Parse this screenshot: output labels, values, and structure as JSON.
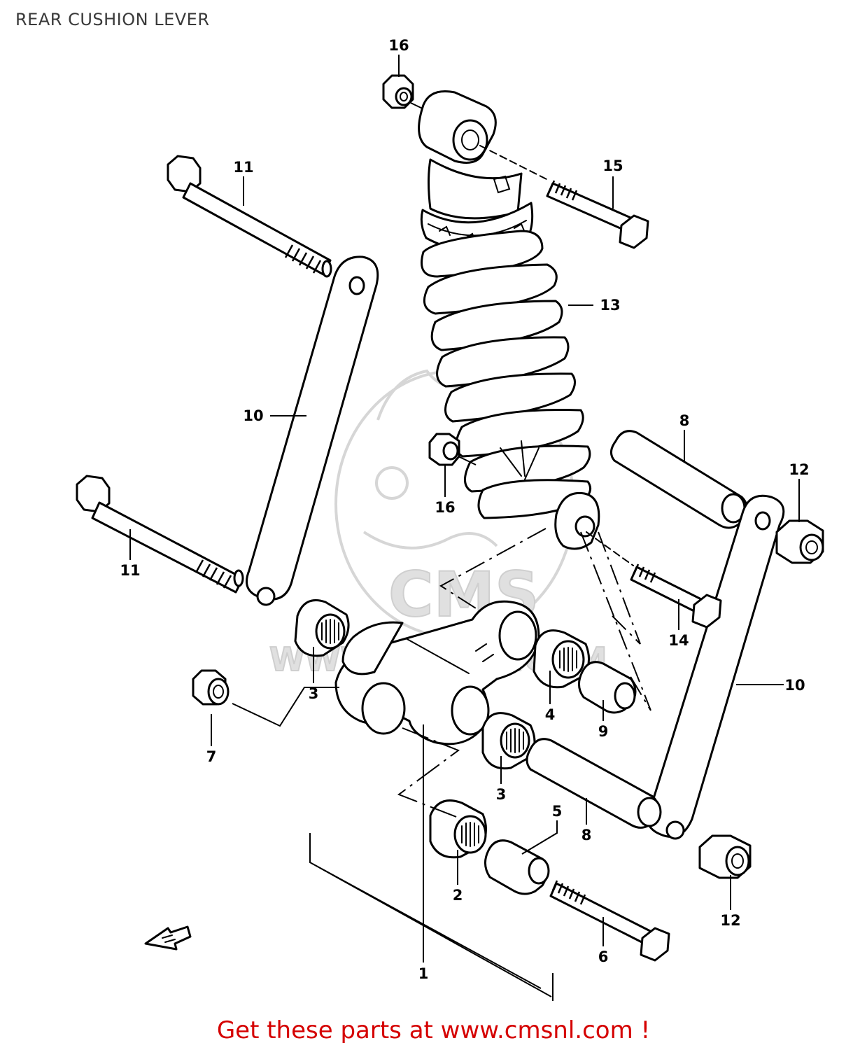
{
  "title": "REAR CUSHION LEVER",
  "footer": "Get these parts at www.cmsnl.com !",
  "colors": {
    "footer_text": "#d50000",
    "title_text": "#3a3a3a",
    "line": "#000000",
    "watermark": "#d6d6d6"
  },
  "watermark": {
    "logo_text": "CMS",
    "url_text": "WWW.CMSNL.COM"
  },
  "callouts": {
    "c16a": "16",
    "c16b": "16",
    "c15": "15",
    "c11a": "11",
    "c11b": "11",
    "c13": "13",
    "c10a": "10",
    "c10b": "10",
    "c8a": "8",
    "c8b": "8",
    "c12a": "12",
    "c12b": "12",
    "c14": "14",
    "c3a": "3",
    "c3b": "3",
    "c4": "4",
    "c9": "9",
    "c7": "7",
    "c5": "5",
    "c2": "2",
    "c6": "6",
    "c1": "1"
  }
}
